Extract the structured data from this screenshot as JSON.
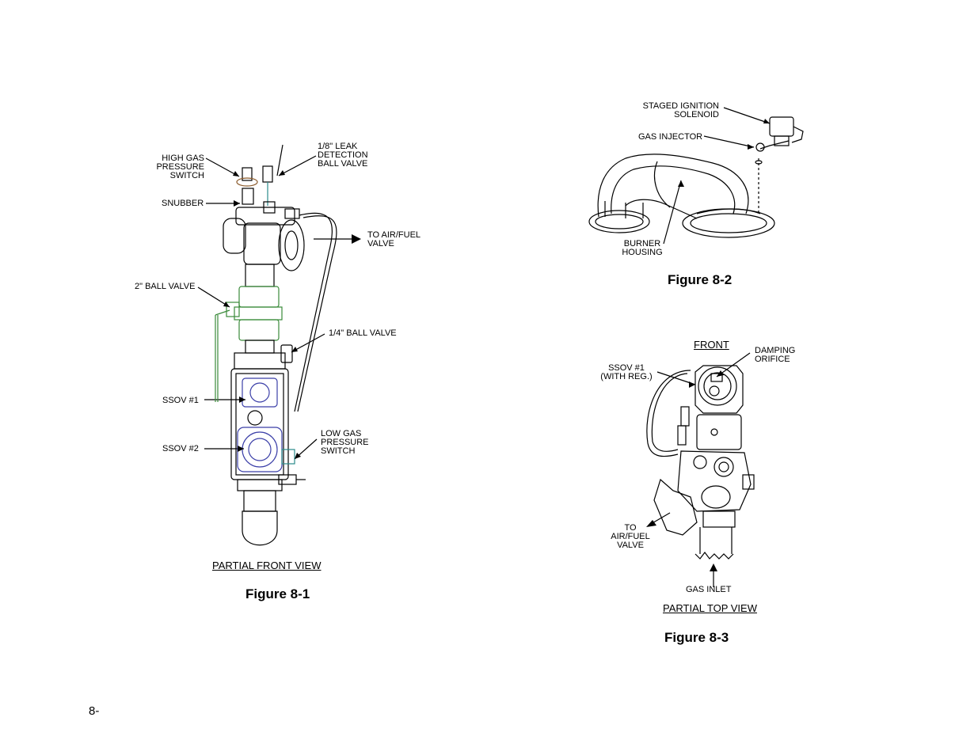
{
  "figure1": {
    "labels": {
      "high_gas": [
        "HIGH GAS",
        "PRESSURE",
        "SWITCH"
      ],
      "leak": [
        "1/8\" LEAK",
        "DETECTION",
        "BALL VALVE"
      ],
      "snubber": "SNUBBER",
      "to_air_fuel": [
        "TO AIR/FUEL",
        "VALVE"
      ],
      "ball2": "2\" BALL VALVE",
      "ball14": "1/4\" BALL VALVE",
      "ssov1": "SSOV #1",
      "ssov2": "SSOV #2",
      "low_gas": [
        "LOW GAS",
        "PRESSURE",
        "SWITCH"
      ]
    },
    "view_title": "PARTIAL FRONT VIEW",
    "caption": "Figure 8-1"
  },
  "figure2": {
    "labels": {
      "staged": [
        "STAGED IGNITION",
        "SOLENOID"
      ],
      "injector": "GAS INJECTOR",
      "burner": [
        "BURNER",
        "HOUSING"
      ]
    },
    "caption": "Figure 8-2"
  },
  "figure3": {
    "labels": {
      "front": "FRONT",
      "damping": [
        "DAMPING",
        "ORIFICE"
      ],
      "ssov1": [
        "SSOV #1",
        "(WITH REG.)"
      ],
      "to_air_fuel": [
        "TO",
        "AIR/FUEL",
        "VALVE"
      ],
      "gas_inlet": "GAS INLET"
    },
    "view_title": "PARTIAL TOP VIEW",
    "caption": "Figure 8-3"
  },
  "page_number": "8-",
  "colors": {
    "line": "#000000",
    "valve_green": "#3a8a3a",
    "ssov_blue": "#3b3fa8",
    "switch_brown": "#8a5a2b",
    "switch_teal": "#2a8a8a"
  }
}
